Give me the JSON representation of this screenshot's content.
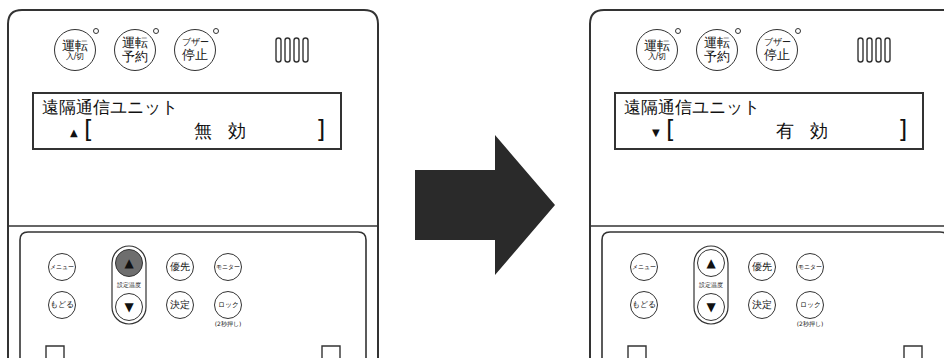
{
  "diagram": {
    "nodes": [
      {
        "text": [
          "遠隔通信ユニット",
          "▲",
          "[",
          "無効",
          "]"
        ]
      },
      {
        "text": [
          "運転",
          "入/切"
        ]
      },
      {
        "text": [
          "運転 予約"
        ]
      },
      {
        "text": [
          "ブザー",
          "停止"
        ]
      },
      {
        "text": [
          "メニュー"
        ]
      },
      {
        "text": [
          "▲"
        ]
      },
      {
        "text": [
          "優先"
        ]
      },
      {
        "text": [
          "モニター"
        ]
      },
      {
        "text": [
          "もどる"
        ]
      },
      {
        "text": [
          "▼"
        ]
      },
      {
        "text": [
          "決定"
        ]
      },
      {
        "text": [
          "ロック",
          "(2秒押し)"
        ]
      },
      {
        "text": [
          "遠隔通信ユニット",
          "▼",
          "[",
          "有効",
          "]"
        ]
      },
      {
        "text": [
          "運転",
          "入/切"
        ]
      },
      {
        "text": [
          "運転 予約"
        ]
      },
      {
        "text": [
          "ブザー",
          "停止"
        ]
      },
      {
        "text": [
          "メニュー"
        ]
      },
      {
        "text": [
          "▲"
        ]
      },
      {
        "text": [
          "優先"
        ]
      },
      {
        "text": [
          "モニター"
        ]
      },
      {
        "text": [
          "もどる"
        ]
      },
      {
        "text": [
          "▼"
        ]
      },
      {
        "text": [
          "決定"
        ]
      },
      {
        "text": [
          "ロック",
          "(2秒押し)"
        ]
      }
    ],
    "labels": [
      "設定温度",
      "設定温度"
    ]
  }
}
